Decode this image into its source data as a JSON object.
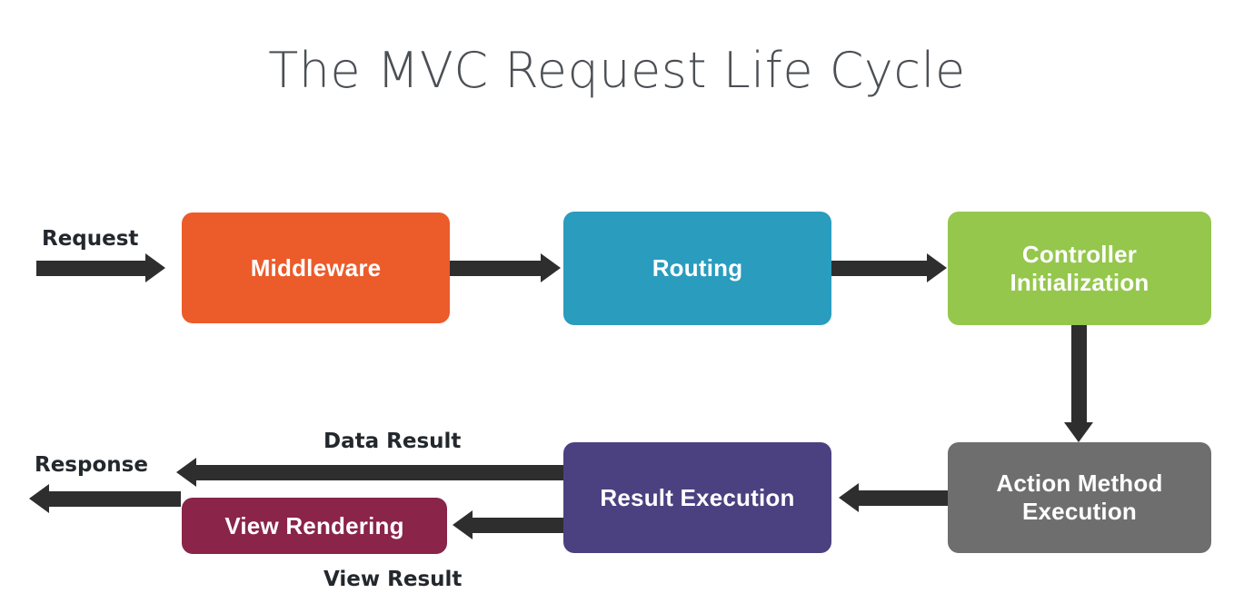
{
  "title": "The MVC Request Life Cycle",
  "diagram": {
    "type": "flowchart",
    "nodes": [
      {
        "id": "middleware",
        "label": "Middleware",
        "color": "#ec5b2a"
      },
      {
        "id": "routing",
        "label": "Routing",
        "color": "#2a9cbe"
      },
      {
        "id": "controller_init",
        "label_line1": "Controller",
        "label_line2": "Initialization",
        "color": "#94c74c"
      },
      {
        "id": "action_method",
        "label_line1": "Action Method",
        "label_line2": "Execution",
        "color": "#6e6e6e"
      },
      {
        "id": "result_execution",
        "label": "Result Execution",
        "color": "#4b4180"
      },
      {
        "id": "view_rendering",
        "label": "View Rendering",
        "color": "#8a2449"
      }
    ],
    "edge_labels": {
      "request": "Request",
      "response": "Response",
      "data_result": "Data Result",
      "view_result": "View Result"
    },
    "arrow_color": "#2e2e2e",
    "flow": [
      "Request -> Middleware",
      "Middleware -> Routing",
      "Routing -> Controller Initialization",
      "Controller Initialization -> Action Method Execution",
      "Action Method Execution -> Result Execution",
      "Result Execution -> Data Result -> Response",
      "Result Execution -> View Rendering (View Result)"
    ]
  }
}
